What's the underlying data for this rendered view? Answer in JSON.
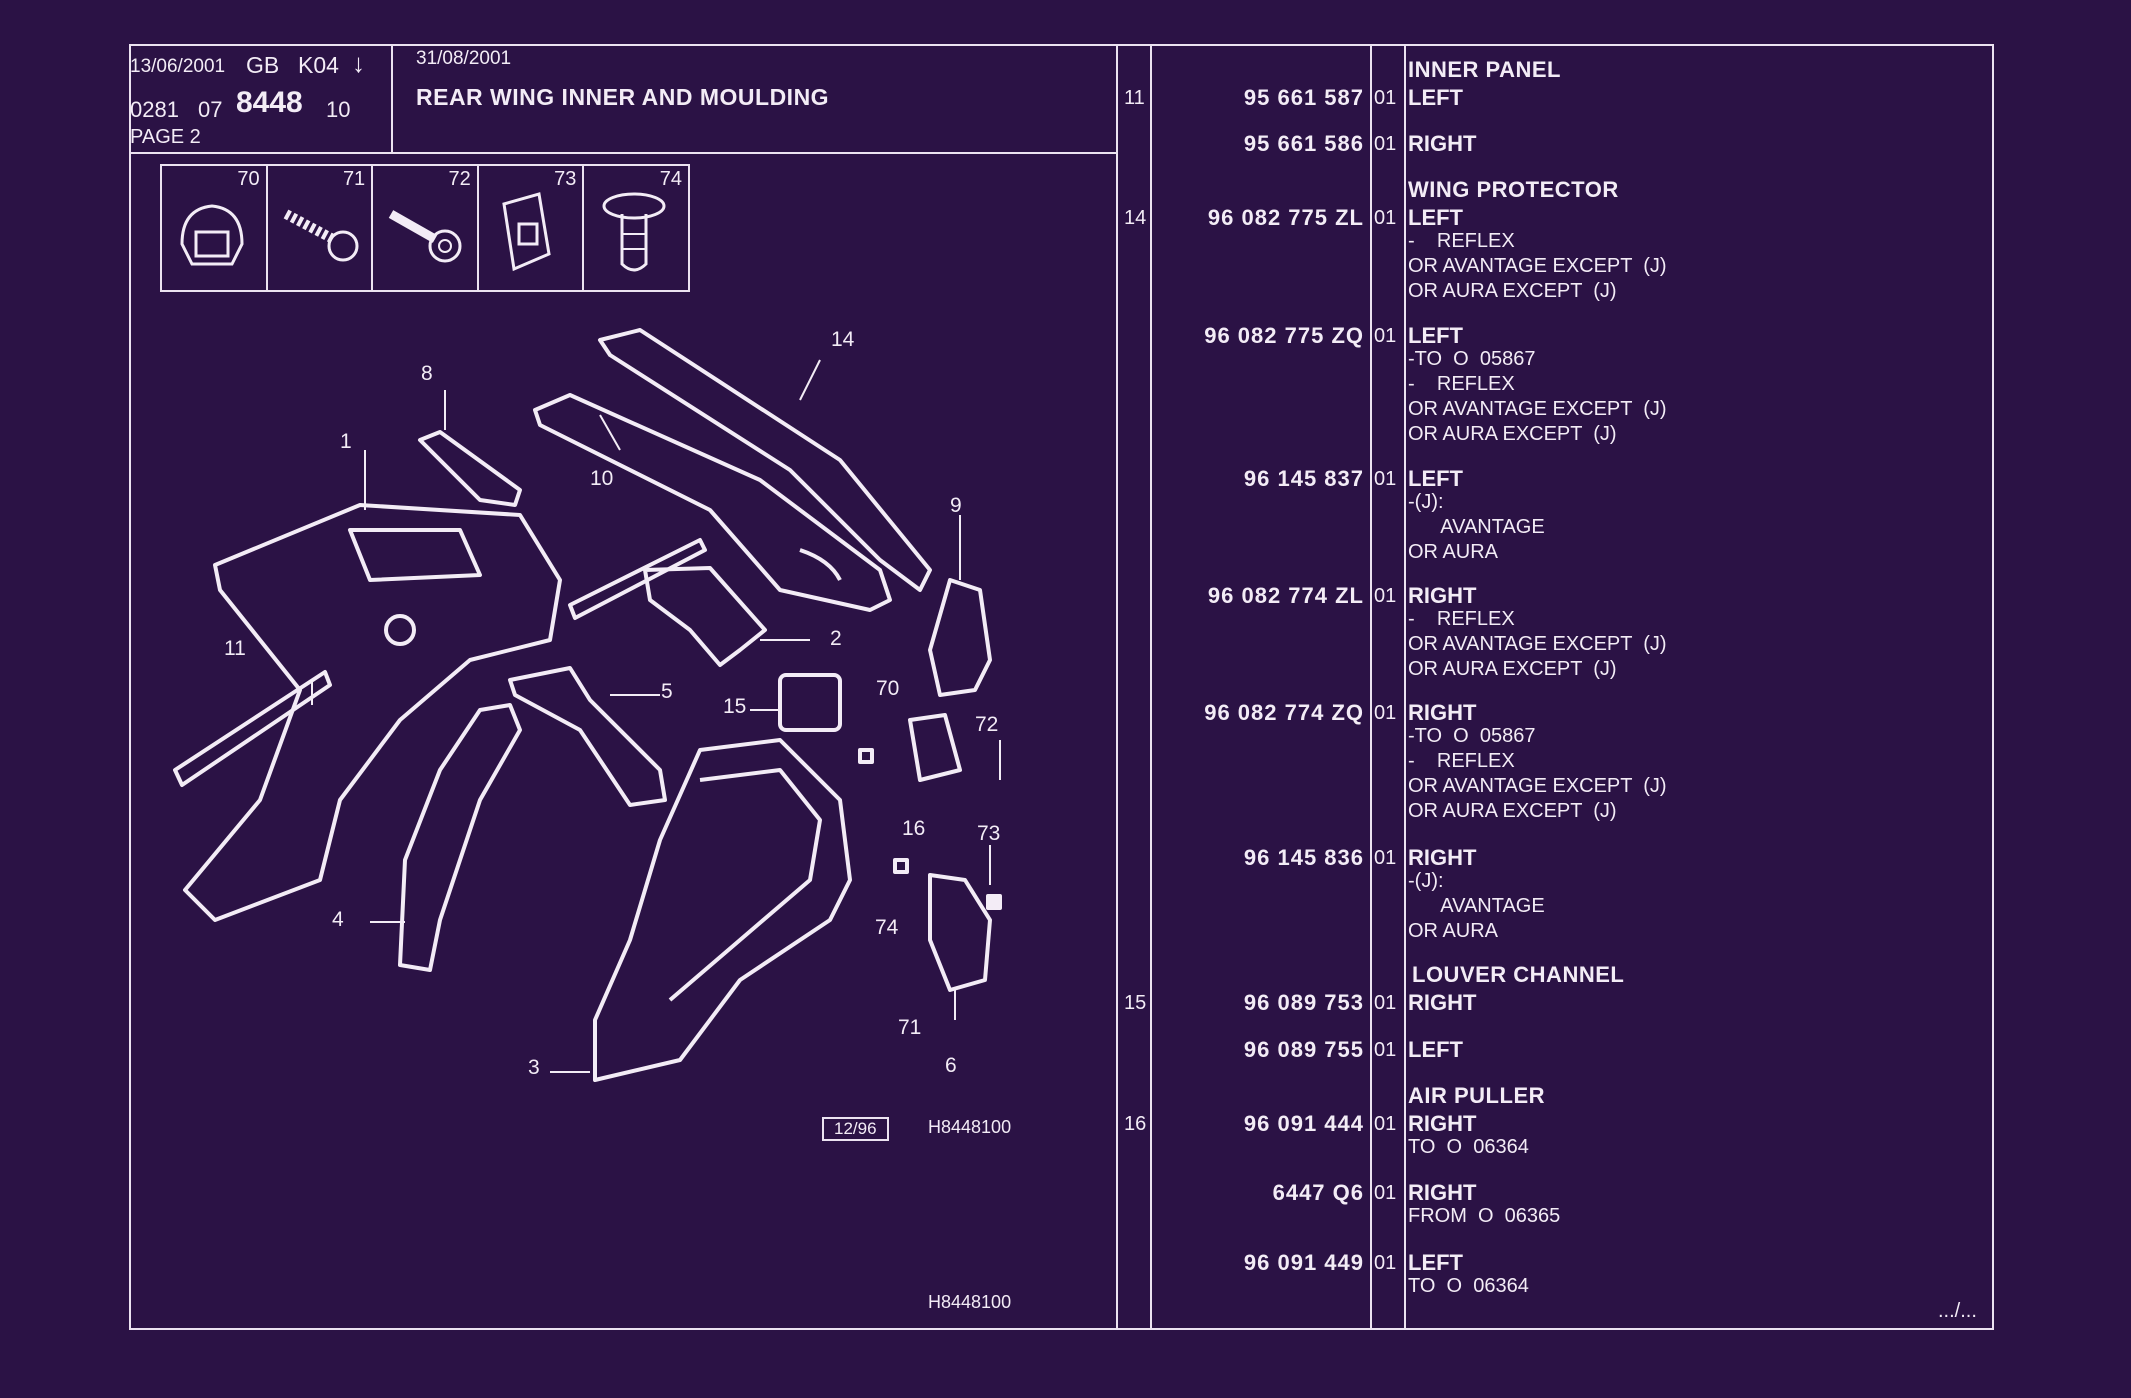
{
  "header": {
    "date1": "13/06/2001",
    "lang": "GB",
    "code": "K04",
    "arrow": "↓",
    "ref_prefix": "0281",
    "ref_group": "07",
    "ref_main": "8448",
    "ref_suffix": "10",
    "page": "PAGE 2",
    "date2": "31/08/2001",
    "title": "REAR WING INNER AND MOULDING"
  },
  "thumbnails": [
    "70",
    "71",
    "72",
    "73",
    "74"
  ],
  "callouts": [
    "1",
    "2",
    "3",
    "4",
    "5",
    "6",
    "8",
    "9",
    "10",
    "11",
    "14",
    "15",
    "16",
    "70",
    "71",
    "72",
    "73",
    "74"
  ],
  "stamp": "12/96",
  "drawing_ref": "H8448100",
  "drawing_ref_bottom": "H8448100",
  "continued": ".../...",
  "sections": {
    "inner_panel": "INNER PANEL",
    "wing_protector": "WING PROTECTOR",
    "louver_channel": "LOUVER CHANNEL",
    "air_puller": "AIR PULLER"
  },
  "parts": [
    {
      "ref": "11",
      "pn": "95 661 587",
      "qty": "01",
      "lines": [
        "LEFT"
      ]
    },
    {
      "ref": "",
      "pn": "95 661 586",
      "qty": "01",
      "lines": [
        "RIGHT"
      ]
    },
    {
      "ref": "14",
      "pn": "96 082 775 ZL",
      "qty": "01",
      "lines": [
        "LEFT",
        "-    REFLEX",
        "OR AVANTAGE EXCEPT  (J)",
        "OR AURA EXCEPT  (J)"
      ]
    },
    {
      "ref": "",
      "pn": "96 082 775 ZQ",
      "qty": "01",
      "lines": [
        "LEFT",
        "-TO  O  05867",
        "-    REFLEX",
        "OR AVANTAGE EXCEPT  (J)",
        "OR AURA EXCEPT  (J)"
      ]
    },
    {
      "ref": "",
      "pn": "96 145 837",
      "qty": "01",
      "lines": [
        "LEFT",
        "-(J):",
        "      AVANTAGE",
        "OR AURA"
      ]
    },
    {
      "ref": "",
      "pn": "96 082 774 ZL",
      "qty": "01",
      "lines": [
        "RIGHT",
        "-    REFLEX",
        "OR AVANTAGE EXCEPT  (J)",
        "OR AURA EXCEPT  (J)"
      ]
    },
    {
      "ref": "",
      "pn": "96 082 774 ZQ",
      "qty": "01",
      "lines": [
        "RIGHT",
        "-TO  O  05867",
        "-    REFLEX",
        "OR AVANTAGE EXCEPT  (J)",
        "OR AURA EXCEPT  (J)"
      ]
    },
    {
      "ref": "",
      "pn": "96 145 836",
      "qty": "01",
      "lines": [
        "RIGHT",
        "-(J):",
        "      AVANTAGE",
        "OR AURA"
      ]
    },
    {
      "ref": "15",
      "pn": "96 089 753",
      "qty": "01",
      "lines": [
        "RIGHT"
      ]
    },
    {
      "ref": "",
      "pn": "96 089 755",
      "qty": "01",
      "lines": [
        "LEFT"
      ]
    },
    {
      "ref": "16",
      "pn": "96 091 444",
      "qty": "01",
      "lines": [
        "RIGHT",
        "TO  O  06364"
      ]
    },
    {
      "ref": "",
      "pn": "6447 Q6",
      "qty": "01",
      "lines": [
        "RIGHT",
        "FROM  O  06365"
      ]
    },
    {
      "ref": "",
      "pn": "96 091 449",
      "qty": "01",
      "lines": [
        "LEFT",
        "TO  O  06364"
      ]
    }
  ]
}
